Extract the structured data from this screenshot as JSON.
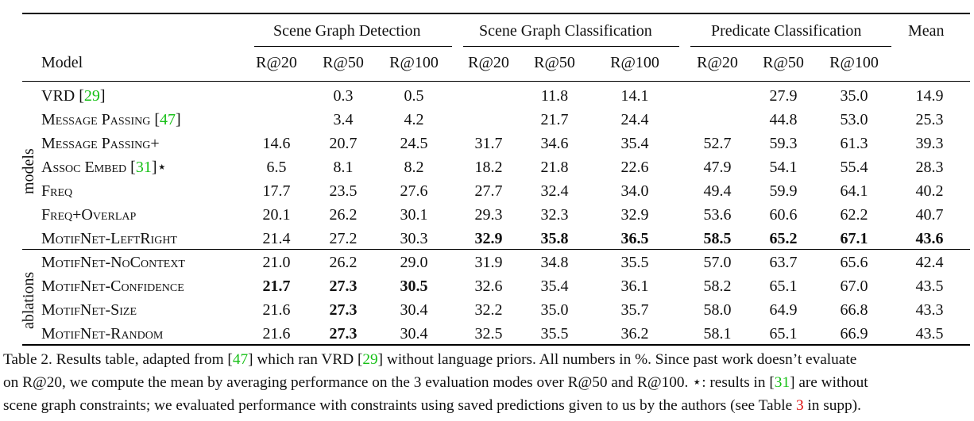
{
  "header": {
    "groups": [
      "Scene Graph Detection",
      "Scene Graph Classification",
      "Predicate Classification"
    ],
    "mean_label": "Mean",
    "model_label": "Model",
    "metrics": [
      "R@20",
      "R@50",
      "R@100",
      "R@20",
      "R@50",
      "R@100",
      "R@20",
      "R@50",
      "R@100"
    ]
  },
  "group_labels": {
    "models": "models",
    "ablations": "ablations"
  },
  "rows": [
    {
      "name": "VRD",
      "cite": "29",
      "star": "",
      "values": [
        "",
        "0.3",
        "0.5",
        "",
        "11.8",
        "14.1",
        "",
        "27.9",
        "35.0",
        "14.9"
      ],
      "bold": []
    },
    {
      "name": "Message Passing",
      "cite": "47",
      "star": "",
      "values": [
        "",
        "3.4",
        "4.2",
        "",
        "21.7",
        "24.4",
        "",
        "44.8",
        "53.0",
        "25.3"
      ],
      "bold": []
    },
    {
      "name": "Message Passing+",
      "cite": "",
      "star": "",
      "values": [
        "14.6",
        "20.7",
        "24.5",
        "31.7",
        "34.6",
        "35.4",
        "52.7",
        "59.3",
        "61.3",
        "39.3"
      ],
      "bold": []
    },
    {
      "name": "Assoc Embed",
      "cite": "31",
      "star": "⋆",
      "values": [
        "6.5",
        "8.1",
        "8.2",
        "18.2",
        "21.8",
        "22.6",
        "47.9",
        "54.1",
        "55.4",
        "28.3"
      ],
      "bold": []
    },
    {
      "name": "Freq",
      "cite": "",
      "star": "",
      "values": [
        "17.7",
        "23.5",
        "27.6",
        "27.7",
        "32.4",
        "34.0",
        "49.4",
        "59.9",
        "64.1",
        "40.2"
      ],
      "bold": []
    },
    {
      "name": "Freq+Overlap",
      "cite": "",
      "star": "",
      "values": [
        "20.1",
        "26.2",
        "30.1",
        "29.3",
        "32.3",
        "32.9",
        "53.6",
        "60.6",
        "62.2",
        "40.7"
      ],
      "bold": []
    },
    {
      "name": "MotifNet-LeftRight",
      "cite": "",
      "star": "",
      "values": [
        "21.4",
        "27.2",
        "30.3",
        "32.9",
        "35.8",
        "36.5",
        "58.5",
        "65.2",
        "67.1",
        "43.6"
      ],
      "bold": [
        3,
        4,
        5,
        6,
        7,
        8,
        9
      ]
    },
    {
      "name": "MotifNet-NoContext",
      "cite": "",
      "star": "",
      "values": [
        "21.0",
        "26.2",
        "29.0",
        "31.9",
        "34.8",
        "35.5",
        "57.0",
        "63.7",
        "65.6",
        "42.4"
      ],
      "bold": []
    },
    {
      "name": "MotifNet-Confidence",
      "cite": "",
      "star": "",
      "values": [
        "21.7",
        "27.3",
        "30.5",
        "32.6",
        "35.4",
        "36.1",
        "58.2",
        "65.1",
        "67.0",
        "43.5"
      ],
      "bold": [
        0,
        1,
        2
      ]
    },
    {
      "name": "MotifNet-Size",
      "cite": "",
      "star": "",
      "values": [
        "21.6",
        "27.3",
        "30.4",
        "32.2",
        "35.0",
        "35.7",
        "58.0",
        "64.9",
        "66.8",
        "43.3"
      ],
      "bold": [
        1
      ]
    },
    {
      "name": "MotifNet-Random",
      "cite": "",
      "star": "",
      "values": [
        "21.6",
        "27.3",
        "30.4",
        "32.5",
        "35.5",
        "36.2",
        "58.1",
        "65.1",
        "66.9",
        "43.5"
      ],
      "bold": [
        1
      ]
    }
  ],
  "caption": {
    "line1_a": "Table 2. Results table, adapted from [",
    "line1_cite1": "47",
    "line1_b": "] which ran VRD [",
    "line1_cite2": "29",
    "line1_c": "] without language priors. All numbers in %. Since past work doesn’t evaluate",
    "line2": "on R@20, we compute the mean by averaging performance on the 3 evaluation modes over R@50 and R@100. ⋆: results in [",
    "line2_cite": "31",
    "line2_b": "] are without",
    "line3_a": "scene graph constraints; we evaluated performance with constraints using saved predictions given to us by the authors (see Table ",
    "line3_ref": "3",
    "line3_b": " in supp)."
  }
}
